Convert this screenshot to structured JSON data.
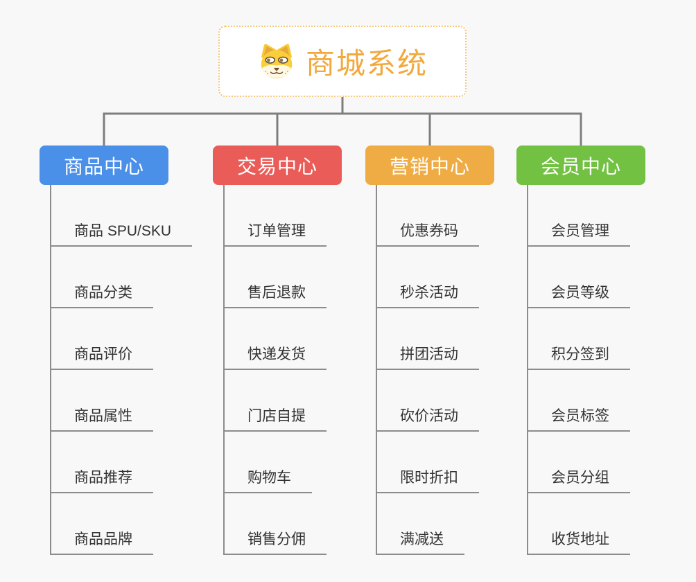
{
  "root": {
    "title": "商城系统",
    "icon": "dog-face-icon",
    "text_color": "#f1a93e",
    "border_color": "#f6c77a",
    "background": "#ffffff"
  },
  "branches": [
    {
      "label": "商品中心",
      "color": "#4a8fe8",
      "items": [
        "商品 SPU/SKU",
        "商品分类",
        "商品评价",
        "商品属性",
        "商品推荐",
        "商品品牌"
      ]
    },
    {
      "label": "交易中心",
      "color": "#e95c58",
      "items": [
        "订单管理",
        "售后退款",
        "快递发货",
        "门店自提",
        "购物车",
        "销售分佣"
      ]
    },
    {
      "label": "营销中心",
      "color": "#efac44",
      "items": [
        "优惠券码",
        "秒杀活动",
        "拼团活动",
        "砍价活动",
        "限时折扣",
        "满减送"
      ]
    },
    {
      "label": "会员中心",
      "color": "#72c142",
      "items": [
        "会员管理",
        "会员等级",
        "积分签到",
        "会员标签",
        "会员分组",
        "收货地址"
      ]
    }
  ],
  "connectors": {
    "tree_line_color": "#7e7e7e",
    "sub_line_color": "#8c8c8c"
  },
  "page_background": "#f8f8f8"
}
